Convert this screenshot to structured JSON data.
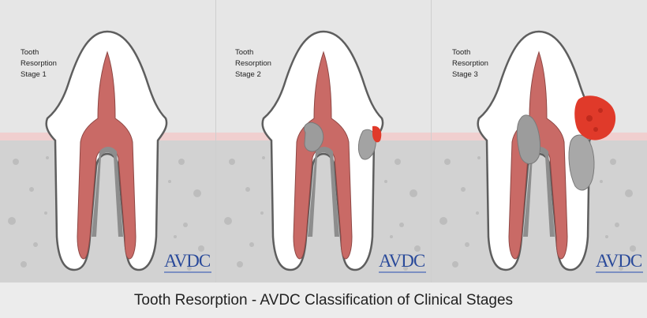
{
  "panels": [
    {
      "label": "Tooth\nResorption\nStage 1",
      "logo": "AVDC"
    },
    {
      "label": "Tooth\nResorption\nStage 2",
      "logo": "AVDC"
    },
    {
      "label": "Tooth\nResorption\nStage 3",
      "logo": "AVDC"
    }
  ],
  "caption": "Tooth Resorption - AVDC Classification of Clinical Stages",
  "colors": {
    "background": "#e6e6e6",
    "bone": "#d2d2d2",
    "gum": "#f0cfcf",
    "pulp": "#c96a66",
    "lesion": "#e03a2a",
    "resorption": "#9c9c9c",
    "logo": "#2a4a9a"
  }
}
